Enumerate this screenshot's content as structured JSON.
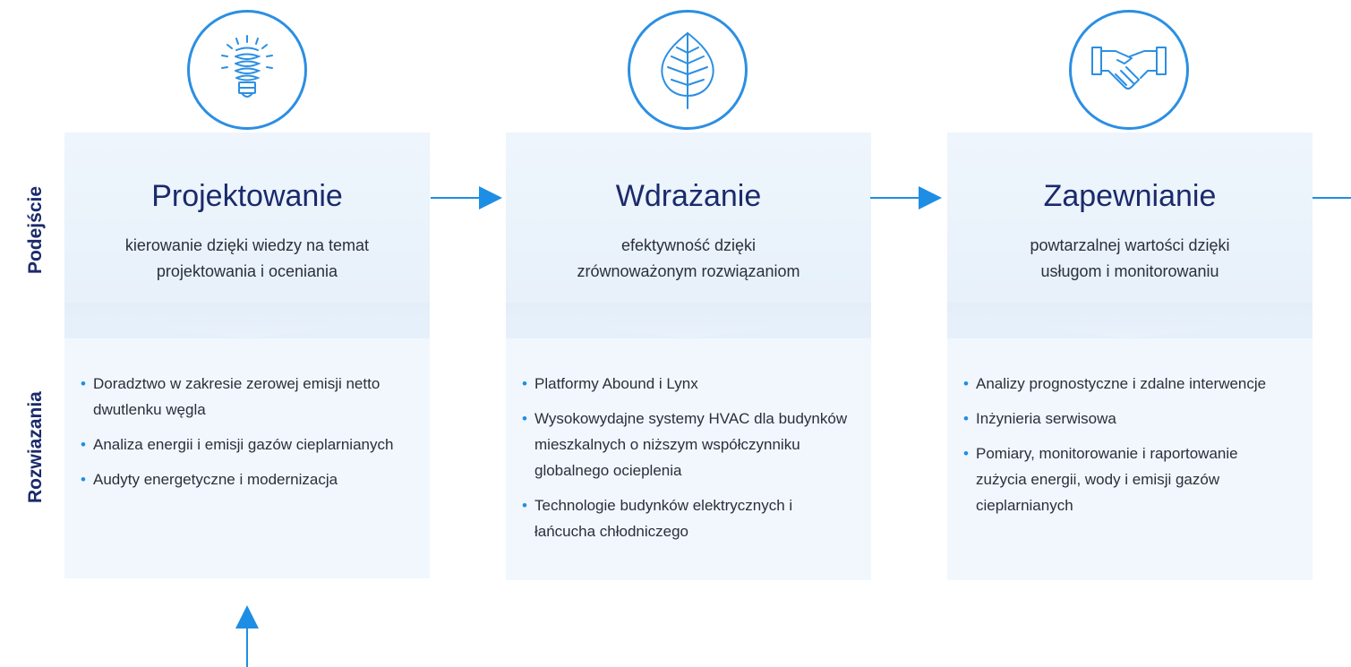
{
  "side_labels": {
    "top": "Podejście",
    "bottom": "Rozwiazania"
  },
  "colors": {
    "accent": "#1e8ee5",
    "title": "#1b2a6b",
    "card_bg": "#f1f7fd"
  },
  "cards": [
    {
      "icon": "lightbulb-icon",
      "title": "Projektowanie",
      "subtitle_lines": [
        "kierowanie dzięki wiedzy na temat",
        "projektowania i oceniania"
      ],
      "items": [
        "Doradztwo w zakresie zerowej emisji netto dwutlenku węgla",
        "Analiza energii i emisji gazów cieplarnianych",
        "Audyty energetyczne i modernizacja"
      ]
    },
    {
      "icon": "leaf-icon",
      "title": "Wdrażanie",
      "subtitle_lines": [
        "efektywność dzięki",
        "zrównoważonym rozwiązaniom"
      ],
      "items": [
        "Platformy Abound i Lynx",
        "Wysokowydajne systemy HVAC dla budynków mieszkalnych o niższym współczynniku globalnego ocieplenia",
        "Technologie budynków elektrycznych i łańcucha chłodniczego"
      ]
    },
    {
      "icon": "handshake-icon",
      "title": "Zapewnianie",
      "subtitle_lines": [
        "powtarzalnej wartości dzięki",
        "usługom i monitorowaniu"
      ],
      "items": [
        "Analizy prognostyczne i zdalne interwencje",
        "Inżynieria serwisowa",
        "Pomiary, monitorowanie i raportowanie zużycia energii, wody i emisji gazów cieplarnianych"
      ]
    }
  ]
}
